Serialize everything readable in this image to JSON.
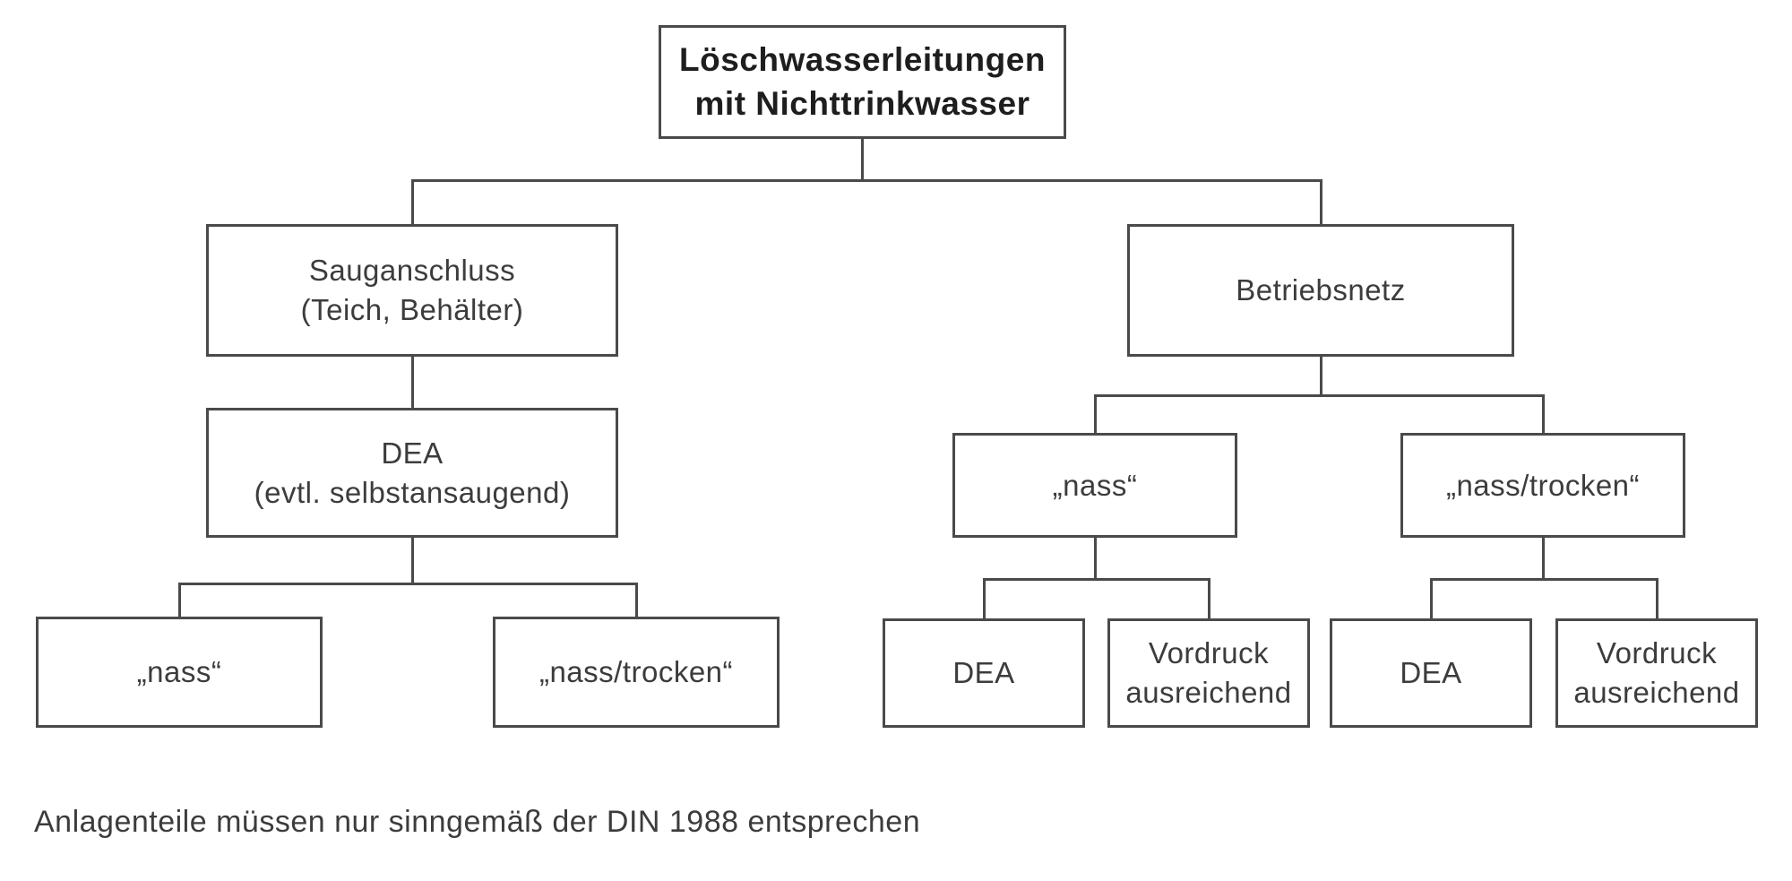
{
  "diagram": {
    "title_note": "flowchart of fire-fighting water lines with non-potable water",
    "nodes": {
      "root": "Löschwasserleitungen\nmit Nichttrinkwasser",
      "sauganschluss": "Sauganschluss\n(Teich, Behälter)",
      "dea_left": "DEA\n(evtl. selbstansaugend)",
      "nass_left": "„nass“",
      "nass_trocken_left": "„nass/trocken“",
      "betriebsnetz": "Betriebsnetz",
      "nass_right": "„nass“",
      "nass_trocken_right": "„nass/trocken“",
      "dea_nass": "DEA",
      "vordruck_nass": "Vordruck\nausreichend",
      "dea_trocken": "DEA",
      "vordruck_trocken": "Vordruck\nausreichend"
    },
    "footnote": "Anlagenteile müssen nur sinngemäß der DIN 1988 entsprechen",
    "colors": {
      "line": "#4a4a4a",
      "text": "#3c3c3c",
      "title_text": "#1e1e1e",
      "background": "#ffffff"
    }
  }
}
